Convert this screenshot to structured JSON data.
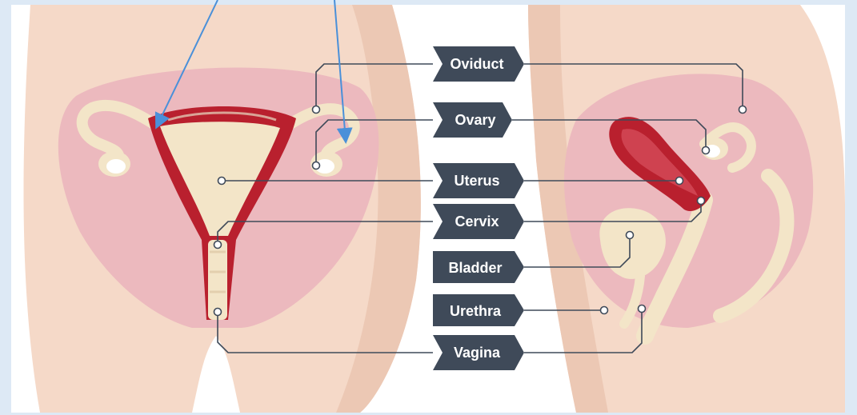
{
  "labels": {
    "oviduct": "Oviduct",
    "ovary": "Ovary",
    "uterus": "Uterus",
    "cervix": "Cervix",
    "bladder": "Bladder",
    "urethra": "Urethra",
    "vagina": "Vagina"
  },
  "colors": {
    "background_frame": "#dde9f5",
    "skin": "#f5d9c8",
    "skin_shadow": "#ecc8b4",
    "body_pink": "#ecb9be",
    "organ_cream": "#f3e5c8",
    "muscle_red": "#b9202e",
    "label_box": "#3f4a59",
    "label_text": "#ffffff",
    "arrow_blue": "#4a90d9"
  }
}
